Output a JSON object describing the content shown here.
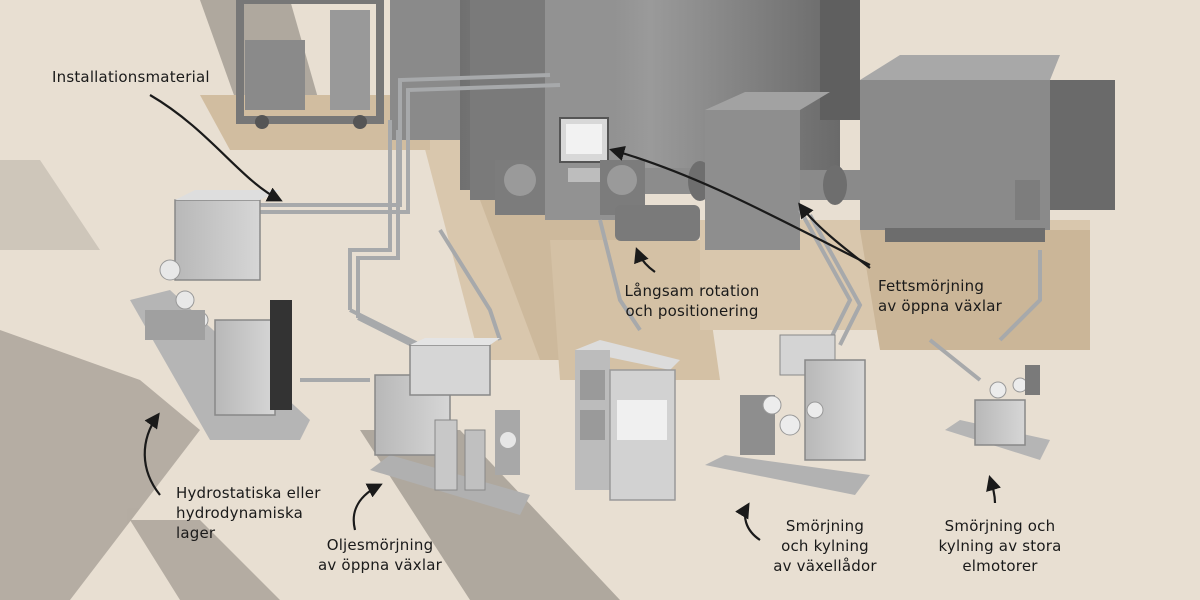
{
  "labels": {
    "installation_material": "Installationsmaterial",
    "slow_rotation": "Långsam rotation\noch positionering",
    "grease_lubrication": "Fettsmörjning\nav öppna växlar",
    "hydrostatic_bearings": "Hydrostatiska eller\nhydrodynamiska\nlager",
    "oil_lubrication": "Oljesmörjning\nav öppna växlar",
    "gearbox_lubrication": "Smörjning\noch kylning\nav växellådor",
    "motor_lubrication": "Smörjning och\nkylning av stora\nelmotorer"
  },
  "colors": {
    "floor": "#e8dfd2",
    "shadow_band": "#8a847c",
    "concrete": "#d9c7ad",
    "machine_gray": "#8c8c8c",
    "machine_dark": "#6e6e6e",
    "cabinet_light": "#c9c9c9",
    "pipe": "#a7a9ab",
    "arrow": "#1a1a1a"
  },
  "icons": {
    "arrow_style": "hand-drawn curved arrow"
  }
}
